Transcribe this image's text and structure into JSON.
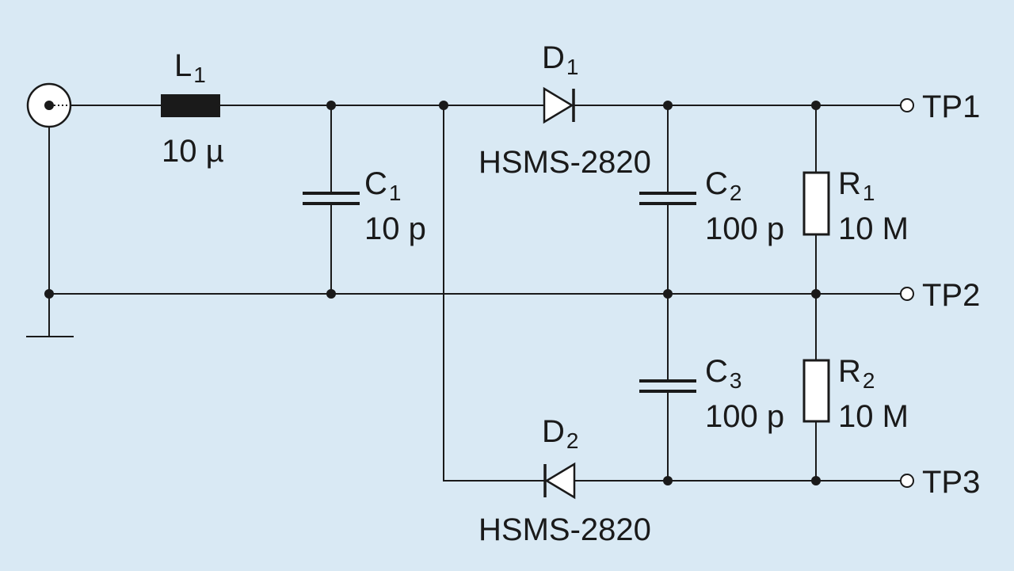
{
  "components": {
    "L1": {
      "designator": "L",
      "index": "1",
      "value": "10 µ"
    },
    "C1": {
      "designator": "C",
      "index": "1",
      "value": "10 p"
    },
    "D1": {
      "designator": "D",
      "index": "1",
      "part": "HSMS-2820"
    },
    "C2": {
      "designator": "C",
      "index": "2",
      "value": "100 p"
    },
    "R1": {
      "designator": "R",
      "index": "1",
      "value": "10 M"
    },
    "C3": {
      "designator": "C",
      "index": "3",
      "value": "100 p"
    },
    "R2": {
      "designator": "R",
      "index": "2",
      "value": "10 M"
    },
    "D2": {
      "designator": "D",
      "index": "2",
      "part": "HSMS-2820"
    }
  },
  "terminals": {
    "tp1": "TP1",
    "tp2": "TP2",
    "tp3": "TP3"
  },
  "colors": {
    "background": "#d9e9f4",
    "line": "#1a1a1a"
  }
}
